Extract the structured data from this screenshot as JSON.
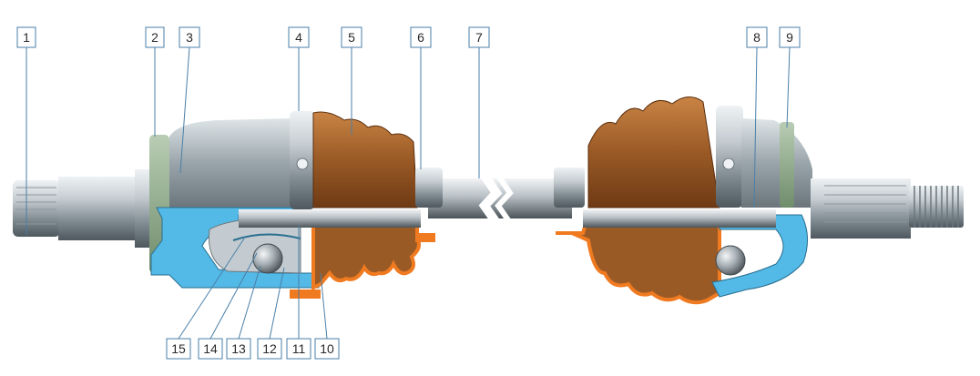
{
  "diagram": {
    "colors": {
      "label_box_fill": "#ffffff",
      "label_box_stroke": "#4a7fa8",
      "leader_line": "#4a7fa8",
      "boot": "#9a5a26",
      "boot_section": "#f07a20",
      "housing_section": "#53b9e6",
      "steel_light": "#cfd6da",
      "steel_dark": "#5f6b72",
      "ring_green": "#7f9e7a"
    },
    "callouts_top": [
      "1",
      "2",
      "3",
      "4",
      "5",
      "6",
      "7",
      "8",
      "9"
    ],
    "callouts_bottom": [
      "15",
      "14",
      "13",
      "12",
      "11",
      "10"
    ]
  }
}
